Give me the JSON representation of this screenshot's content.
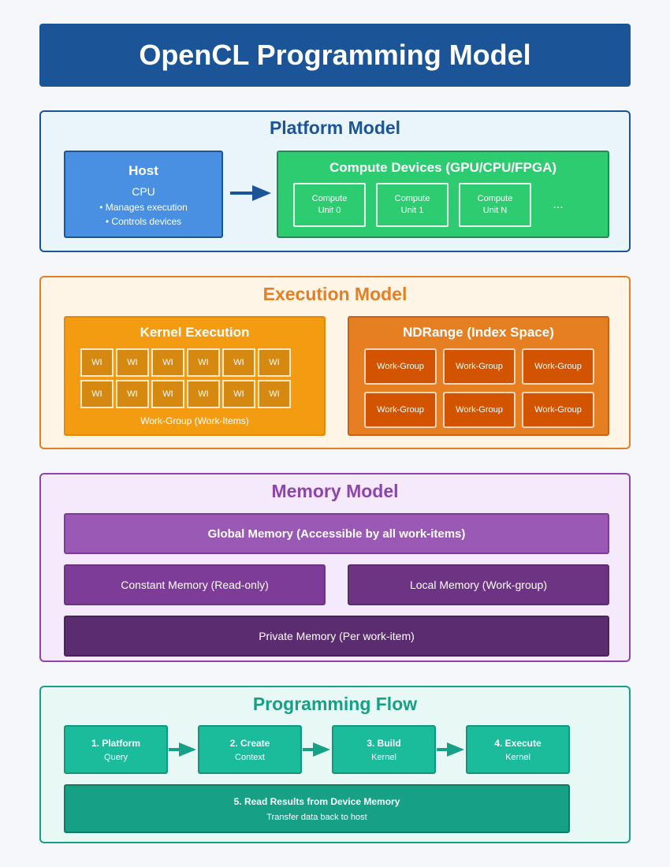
{
  "title": "OpenCL Programming Model",
  "platform": {
    "title": "Platform Model",
    "host": {
      "title": "Host",
      "subtitle": "CPU",
      "bullets": [
        "• Manages execution",
        "• Controls devices"
      ]
    },
    "devices": {
      "title": "Compute Devices (GPU/CPU/FPGA)",
      "units": [
        {
          "line1": "Compute",
          "line2": "Unit 0"
        },
        {
          "line1": "Compute",
          "line2": "Unit 1"
        },
        {
          "line1": "Compute",
          "line2": "Unit N"
        }
      ],
      "ellipsis": "..."
    }
  },
  "execution": {
    "title": "Execution Model",
    "kernel": {
      "title": "Kernel Execution",
      "cell_label": "WI",
      "caption": "Work-Group (Work-Items)"
    },
    "ndrange": {
      "title": "NDRange (Index Space)",
      "cell_label": "Work-Group"
    }
  },
  "memory": {
    "title": "Memory Model",
    "global": "Global Memory (Accessible by all work-items)",
    "constant": "Constant Memory (Read-only)",
    "local": "Local Memory (Work-group)",
    "private": "Private Memory (Per work-item)"
  },
  "flow": {
    "title": "Programming Flow",
    "steps": [
      {
        "title": "1. Platform",
        "sub": "Query"
      },
      {
        "title": "2. Create",
        "sub": "Context"
      },
      {
        "title": "3. Build",
        "sub": "Kernel"
      },
      {
        "title": "4. Execute",
        "sub": "Kernel"
      }
    ],
    "result": {
      "title": "5. Read Results from Device Memory",
      "sub": "Transfer data back to host"
    }
  },
  "colors": {
    "title_bg": "#1b5597",
    "platform": "#1b5597",
    "execution": "#e67e22",
    "memory": "#8e44ad",
    "flow": "#16a085"
  }
}
